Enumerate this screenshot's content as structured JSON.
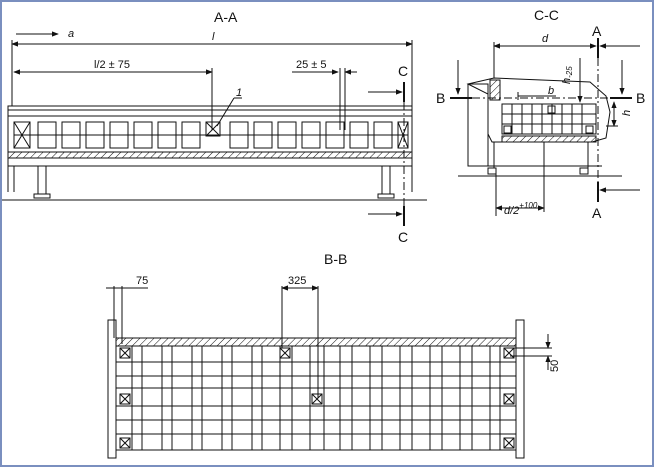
{
  "views": {
    "aa": {
      "title": "A-A",
      "arrow_label": "a",
      "length_label": "l",
      "half_length_label": "l/2 ± 75",
      "spacing_label": "25 ± 5",
      "callout": "1",
      "section_letter": "C"
    },
    "cc": {
      "title": "C-C",
      "depth_label": "d",
      "half_depth_label": "d/2",
      "half_depth_sup": "+100",
      "b_label": "b",
      "h_label": "h",
      "h25_label": "h",
      "h25_sub": "-25",
      "section_a": "A",
      "section_b": "B"
    },
    "bb": {
      "title": "B-B",
      "dim_75": "75",
      "dim_325": "325",
      "dim_50": "50"
    }
  }
}
